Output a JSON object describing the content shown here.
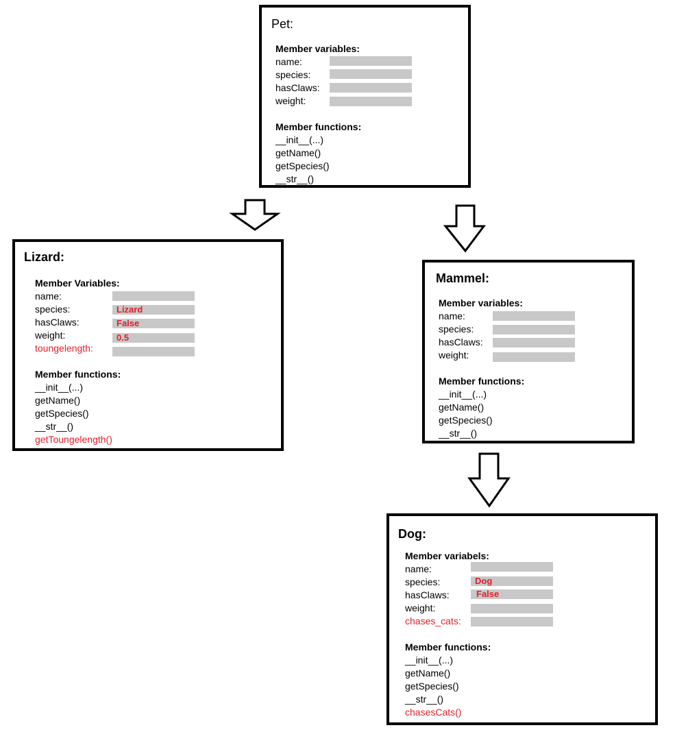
{
  "pet": {
    "title": "Pet:",
    "vars_header": "Member variables:",
    "vars": [
      {
        "label": "name:",
        "value": ""
      },
      {
        "label": "species:",
        "value": ""
      },
      {
        "label": "hasClaws:",
        "value": ""
      },
      {
        "label": "weight:",
        "value": ""
      }
    ],
    "funcs_header": "Member functions:",
    "funcs": [
      "__init__(...)",
      "getName()",
      "getSpecies()",
      "__str__()"
    ]
  },
  "lizard": {
    "title": "Lizard:",
    "vars_header": "Member Variables:",
    "vars": [
      {
        "label": "name:",
        "value": ""
      },
      {
        "label": "species:",
        "value": "Lizard"
      },
      {
        "label": "hasClaws:",
        "value": "False"
      },
      {
        "label": "weight:",
        "value": "0.5"
      },
      {
        "label": "toungelength:",
        "value": ""
      }
    ],
    "funcs_header": "Member functions:",
    "funcs": [
      "__init__(...)",
      "getName()",
      "getSpecies()",
      "__str__()",
      "getToungelength()"
    ]
  },
  "mammel": {
    "title": "Mammel:",
    "vars_header": "Member variables:",
    "vars": [
      {
        "label": "name:",
        "value": ""
      },
      {
        "label": "species:",
        "value": ""
      },
      {
        "label": "hasClaws:",
        "value": ""
      },
      {
        "label": "weight:",
        "value": ""
      }
    ],
    "funcs_header": "Member functions:",
    "funcs": [
      "__init__(...)",
      "getName()",
      "getSpecies()",
      "__str__()"
    ]
  },
  "dog": {
    "title": "Dog:",
    "vars_header": "Member variabels:",
    "vars": [
      {
        "label": "name:",
        "value": ""
      },
      {
        "label": "species:",
        "value": "Dog"
      },
      {
        "label": "hasClaws:",
        "value": "False"
      },
      {
        "label": "weight:",
        "value": ""
      },
      {
        "label": "chases_cats:",
        "value": ""
      }
    ],
    "funcs_header": "Member functions:",
    "funcs": [
      "__init__(...)",
      "getName()",
      "getSpecies()",
      "__str__()",
      "chasesCats()"
    ]
  },
  "colors": {
    "highlight": "#e0202a",
    "field": "#c8c8c8"
  }
}
